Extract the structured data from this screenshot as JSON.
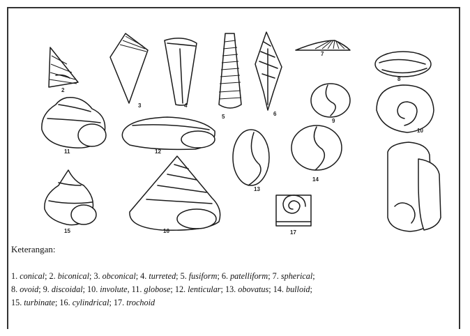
{
  "caption": {
    "title": "Keterangan:",
    "lines": [
      [
        {
          "n": "1. ",
          "term": "conical",
          "sep": "; "
        },
        {
          "n": "2. ",
          "term": "biconical",
          "sep": "; "
        },
        {
          "n": "3. ",
          "term": "obconical",
          "sep": "; "
        },
        {
          "n": "4. ",
          "term": "turreted",
          "sep": "; "
        },
        {
          "n": "5. ",
          "term": "fusiform",
          "sep": "; "
        },
        {
          "n": "6. ",
          "term": "patelliform",
          "sep": "; "
        },
        {
          "n": "7. ",
          "term": "spherical",
          "sep": ";"
        }
      ],
      [
        {
          "n": "8. ",
          "term": "ovoid",
          "sep": "; "
        },
        {
          "n": "9. ",
          "term": "discoidal",
          "sep": "; "
        },
        {
          "n": "10. ",
          "term": "involute",
          "sep": ", "
        },
        {
          "n": "11. ",
          "term": "globose",
          "sep": "; "
        },
        {
          "n": "12. ",
          "term": "lenticular",
          "sep": "; "
        },
        {
          "n": "13. ",
          "term": "obovatus",
          "sep": "; "
        },
        {
          "n": "14. ",
          "term": "bulloid",
          "sep": ";"
        }
      ],
      [
        {
          "n": "15. ",
          "term": "turbinate",
          "sep": "; "
        },
        {
          "n": "16. ",
          "term": "cylindrical",
          "sep": "; "
        },
        {
          "n": "17. ",
          "term": "trochoid",
          "sep": ""
        }
      ]
    ]
  },
  "figure": {
    "shell_numbers": [
      "2",
      "3",
      "4",
      "5",
      "6",
      "7",
      "8",
      "9",
      "10",
      "11",
      "12",
      "13",
      "14",
      "15",
      "16",
      "17"
    ]
  }
}
